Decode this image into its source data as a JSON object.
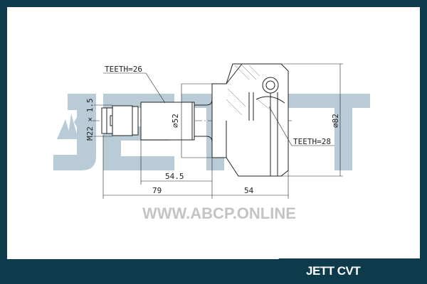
{
  "watermark": {
    "logo_text": "JETT",
    "color": "#b9cbd7"
  },
  "drawing": {
    "teeth_shaft": "TEETH=26",
    "teeth_housing": "TEETH=28",
    "thread": "M22 × 1.5",
    "diameter_shaft": "⌀52",
    "diameter_housing": "⌀82",
    "dim_shaft_length": "54.5",
    "dim_total_shaft": "79",
    "dim_housing_length": "54"
  },
  "website": "WWW.ABCP.ONLINE",
  "footer_label": "JETT CVT",
  "colors": {
    "frame": "#0d3b4c",
    "background": "#ffffff"
  }
}
